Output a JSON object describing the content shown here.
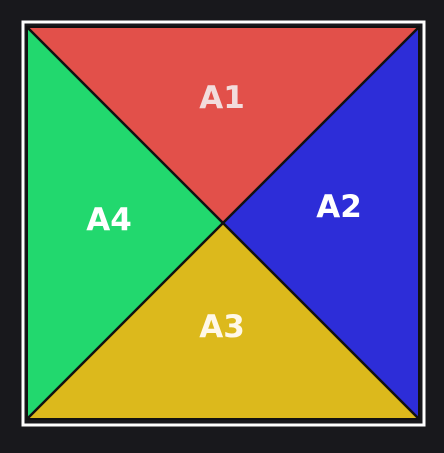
{
  "background": "#18181c",
  "frame_color": "#ffffff",
  "divider_color": "#111111",
  "regions": [
    {
      "id": "A1",
      "label": "A1",
      "fill": "#e2504a",
      "text_color": "#f2dcdc"
    },
    {
      "id": "A2",
      "label": "A2",
      "fill": "#2d2dd8",
      "text_color": "#ffffff"
    },
    {
      "id": "A3",
      "label": "A3",
      "fill": "#dcb91c",
      "text_color": "#fff8e8"
    },
    {
      "id": "A4",
      "label": "A4",
      "fill": "#22d86e",
      "text_color": "#ffffff"
    }
  ]
}
